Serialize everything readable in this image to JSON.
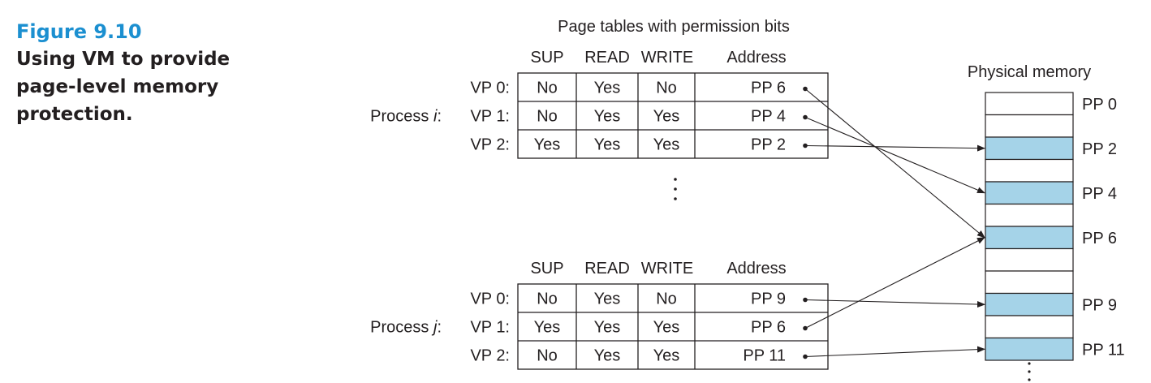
{
  "caption": {
    "figure": "Figure 9.10",
    "lines": [
      "Using VM to provide",
      "page-level memory",
      "protection."
    ]
  },
  "diagram": {
    "title": "Page tables with permission bits",
    "headers": [
      "SUP",
      "READ",
      "WRITE",
      "Address"
    ],
    "processes": [
      {
        "label": "Process ",
        "var": "i",
        "rows": [
          {
            "vp": "VP 0:",
            "sup": "No",
            "read": "Yes",
            "write": "No",
            "addr": "PP 6",
            "target": 6
          },
          {
            "vp": "VP 1:",
            "sup": "No",
            "read": "Yes",
            "write": "Yes",
            "addr": "PP 4",
            "target": 4
          },
          {
            "vp": "VP 2:",
            "sup": "Yes",
            "read": "Yes",
            "write": "Yes",
            "addr": "PP 2",
            "target": 2
          }
        ]
      },
      {
        "label": "Process ",
        "var": "j",
        "rows": [
          {
            "vp": "VP 0:",
            "sup": "No",
            "read": "Yes",
            "write": "No",
            "addr": "PP 9",
            "target": 9
          },
          {
            "vp": "VP 1:",
            "sup": "Yes",
            "read": "Yes",
            "write": "Yes",
            "addr": "PP 6",
            "target": 6
          },
          {
            "vp": "VP 2:",
            "sup": "No",
            "read": "Yes",
            "write": "Yes",
            "addr": "PP 11",
            "target": 11
          }
        ]
      }
    ],
    "physical_memory": {
      "title": "Physical memory",
      "labels": [
        {
          "text": "PP 0",
          "page": 0
        },
        {
          "text": "PP 2",
          "page": 2
        },
        {
          "text": "PP 4",
          "page": 4
        },
        {
          "text": "PP 6",
          "page": 6
        },
        {
          "text": "PP 9",
          "page": 9
        },
        {
          "text": "PP 11",
          "page": 11
        }
      ],
      "highlighted_pages": [
        2,
        4,
        6,
        9,
        11
      ]
    },
    "colors": {
      "highlight": "#a5d3e8",
      "line": "#231f20",
      "caption_accent": "#1b8fd0"
    }
  }
}
